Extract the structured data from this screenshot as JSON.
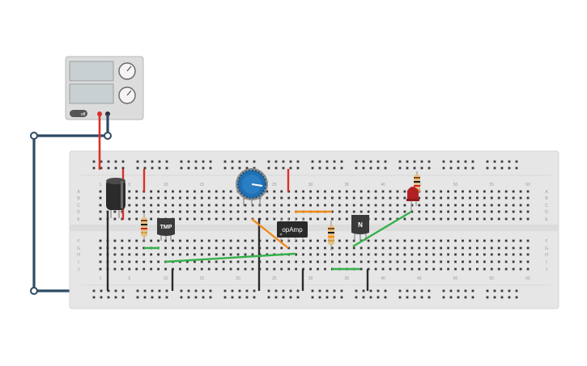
{
  "power_supply": {
    "button_label": "off"
  },
  "breadboard": {
    "top_column_numbers": [
      "1",
      "5",
      "10",
      "15",
      "20",
      "25",
      "30",
      "35",
      "40",
      "45",
      "50",
      "55",
      "60"
    ],
    "bottom_column_numbers": [
      "1",
      "5",
      "10",
      "15",
      "20",
      "25",
      "30",
      "35",
      "40",
      "45",
      "50",
      "55",
      "60"
    ],
    "row_labels_top": [
      "A",
      "B",
      "C",
      "D",
      "E"
    ],
    "row_labels_bottom": [
      "F",
      "G",
      "H",
      "I",
      "J"
    ]
  },
  "components": {
    "temp_sensor_label": "TMP",
    "opamp_label": "opAmp",
    "transistor_label": "N"
  },
  "colors": {
    "board": "#e6e6e6",
    "hole": "#3a3a3a",
    "wire_red": "#d9312b",
    "wire_black": "#2b2b2b",
    "wire_green": "#35b04a",
    "wire_orange": "#f08a1a",
    "wire_blue": "#2e4a63",
    "potentiometer": "#1f6fb3",
    "led": "#b32024"
  }
}
